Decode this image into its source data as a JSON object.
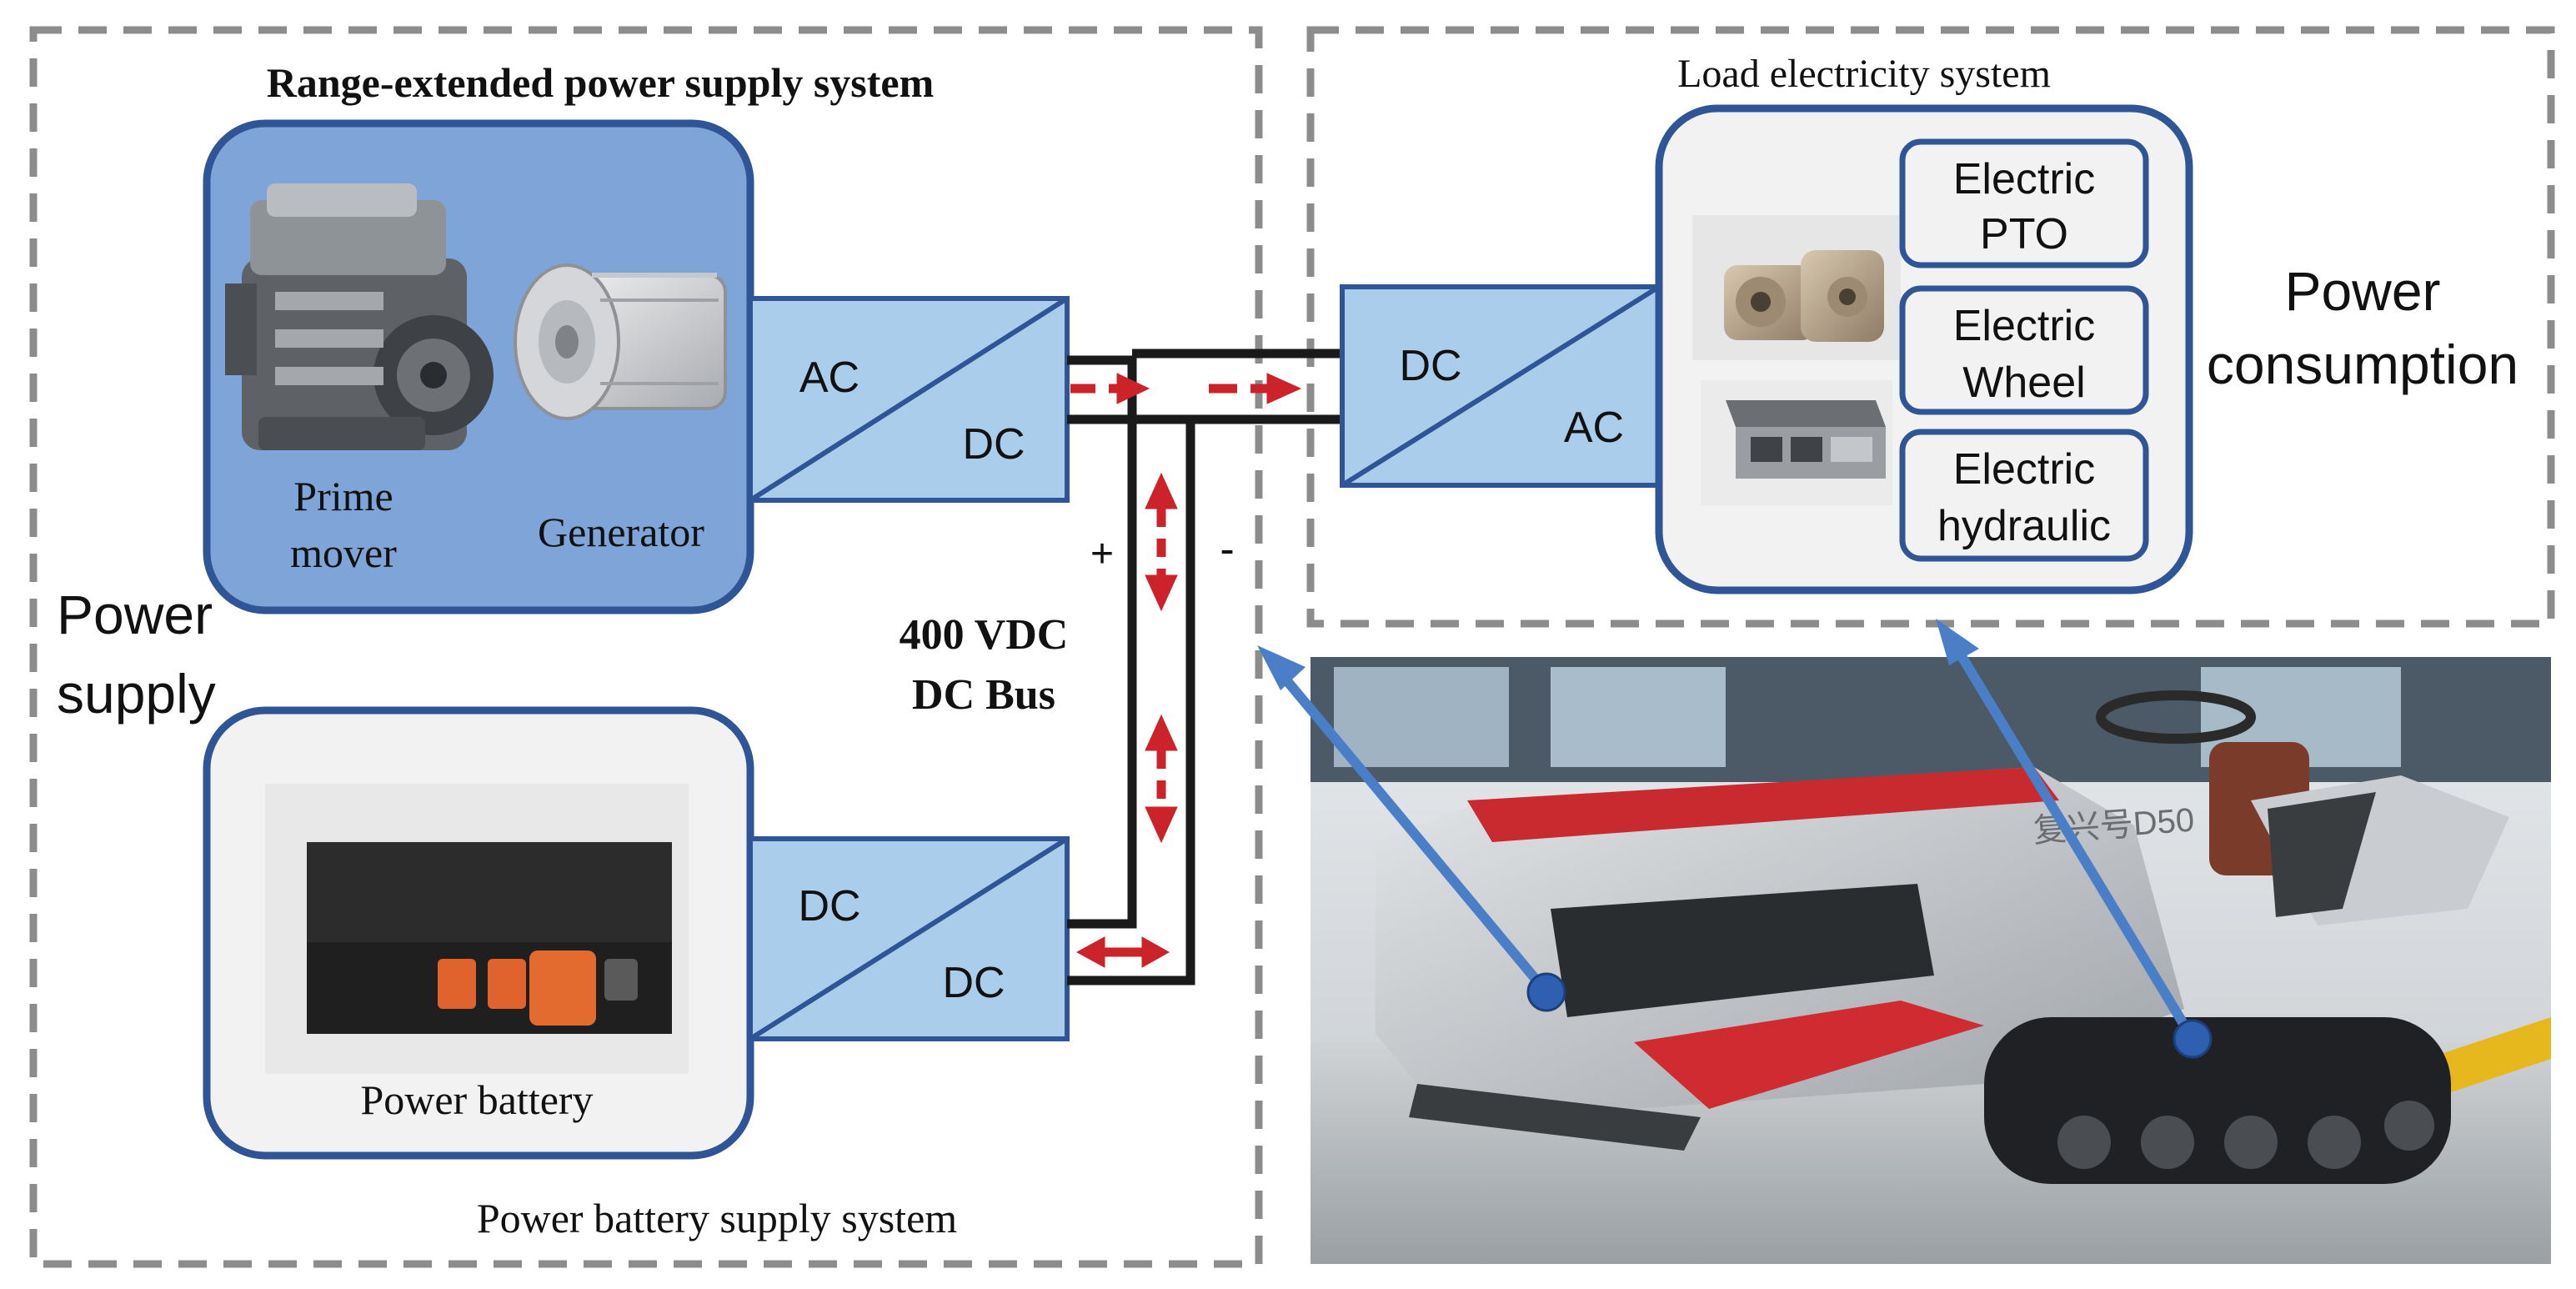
{
  "diagram": {
    "colors": {
      "dashed_frame": "#8c8c8c",
      "box_border": "#2f5597",
      "engine_box_fill": "#7fa4d8",
      "panel_fill": "#f2f2f2",
      "converter_fill": "#a9cdeb",
      "bus_line": "#1a1a1a",
      "flow_arrow": "#cc2229",
      "pointer": "#4a7fc8"
    },
    "power_supply": {
      "label_line1": "Power",
      "label_line2": "supply",
      "range_extended_title": "Range-extended power supply system",
      "prime_mover_line1": "Prime",
      "prime_mover_line2": "mover",
      "generator_label": "Generator",
      "battery_label": "Power battery",
      "battery_system_title": "Power battery supply system"
    },
    "converters": {
      "acdc_in": "AC",
      "acdc_out": "DC",
      "dcdc_in": "DC",
      "dcdc_out": "DC",
      "dcac_in": "DC",
      "dcac_out": "AC"
    },
    "bus": {
      "voltage_label": "400 VDC",
      "bus_label": "DC Bus",
      "plus": "+",
      "minus": "-"
    },
    "load": {
      "title": "Load electricity system",
      "pto_line1": "Electric",
      "pto_line2": "PTO",
      "wheel_line1": "Electric",
      "wheel_line2": "Wheel",
      "hydraulic_line1": "Electric",
      "hydraulic_line2": "hydraulic"
    },
    "power_consumption": {
      "line1": "Power",
      "line2": "consumption"
    },
    "tractor_photo": {
      "model_text": "复兴号D50"
    }
  }
}
